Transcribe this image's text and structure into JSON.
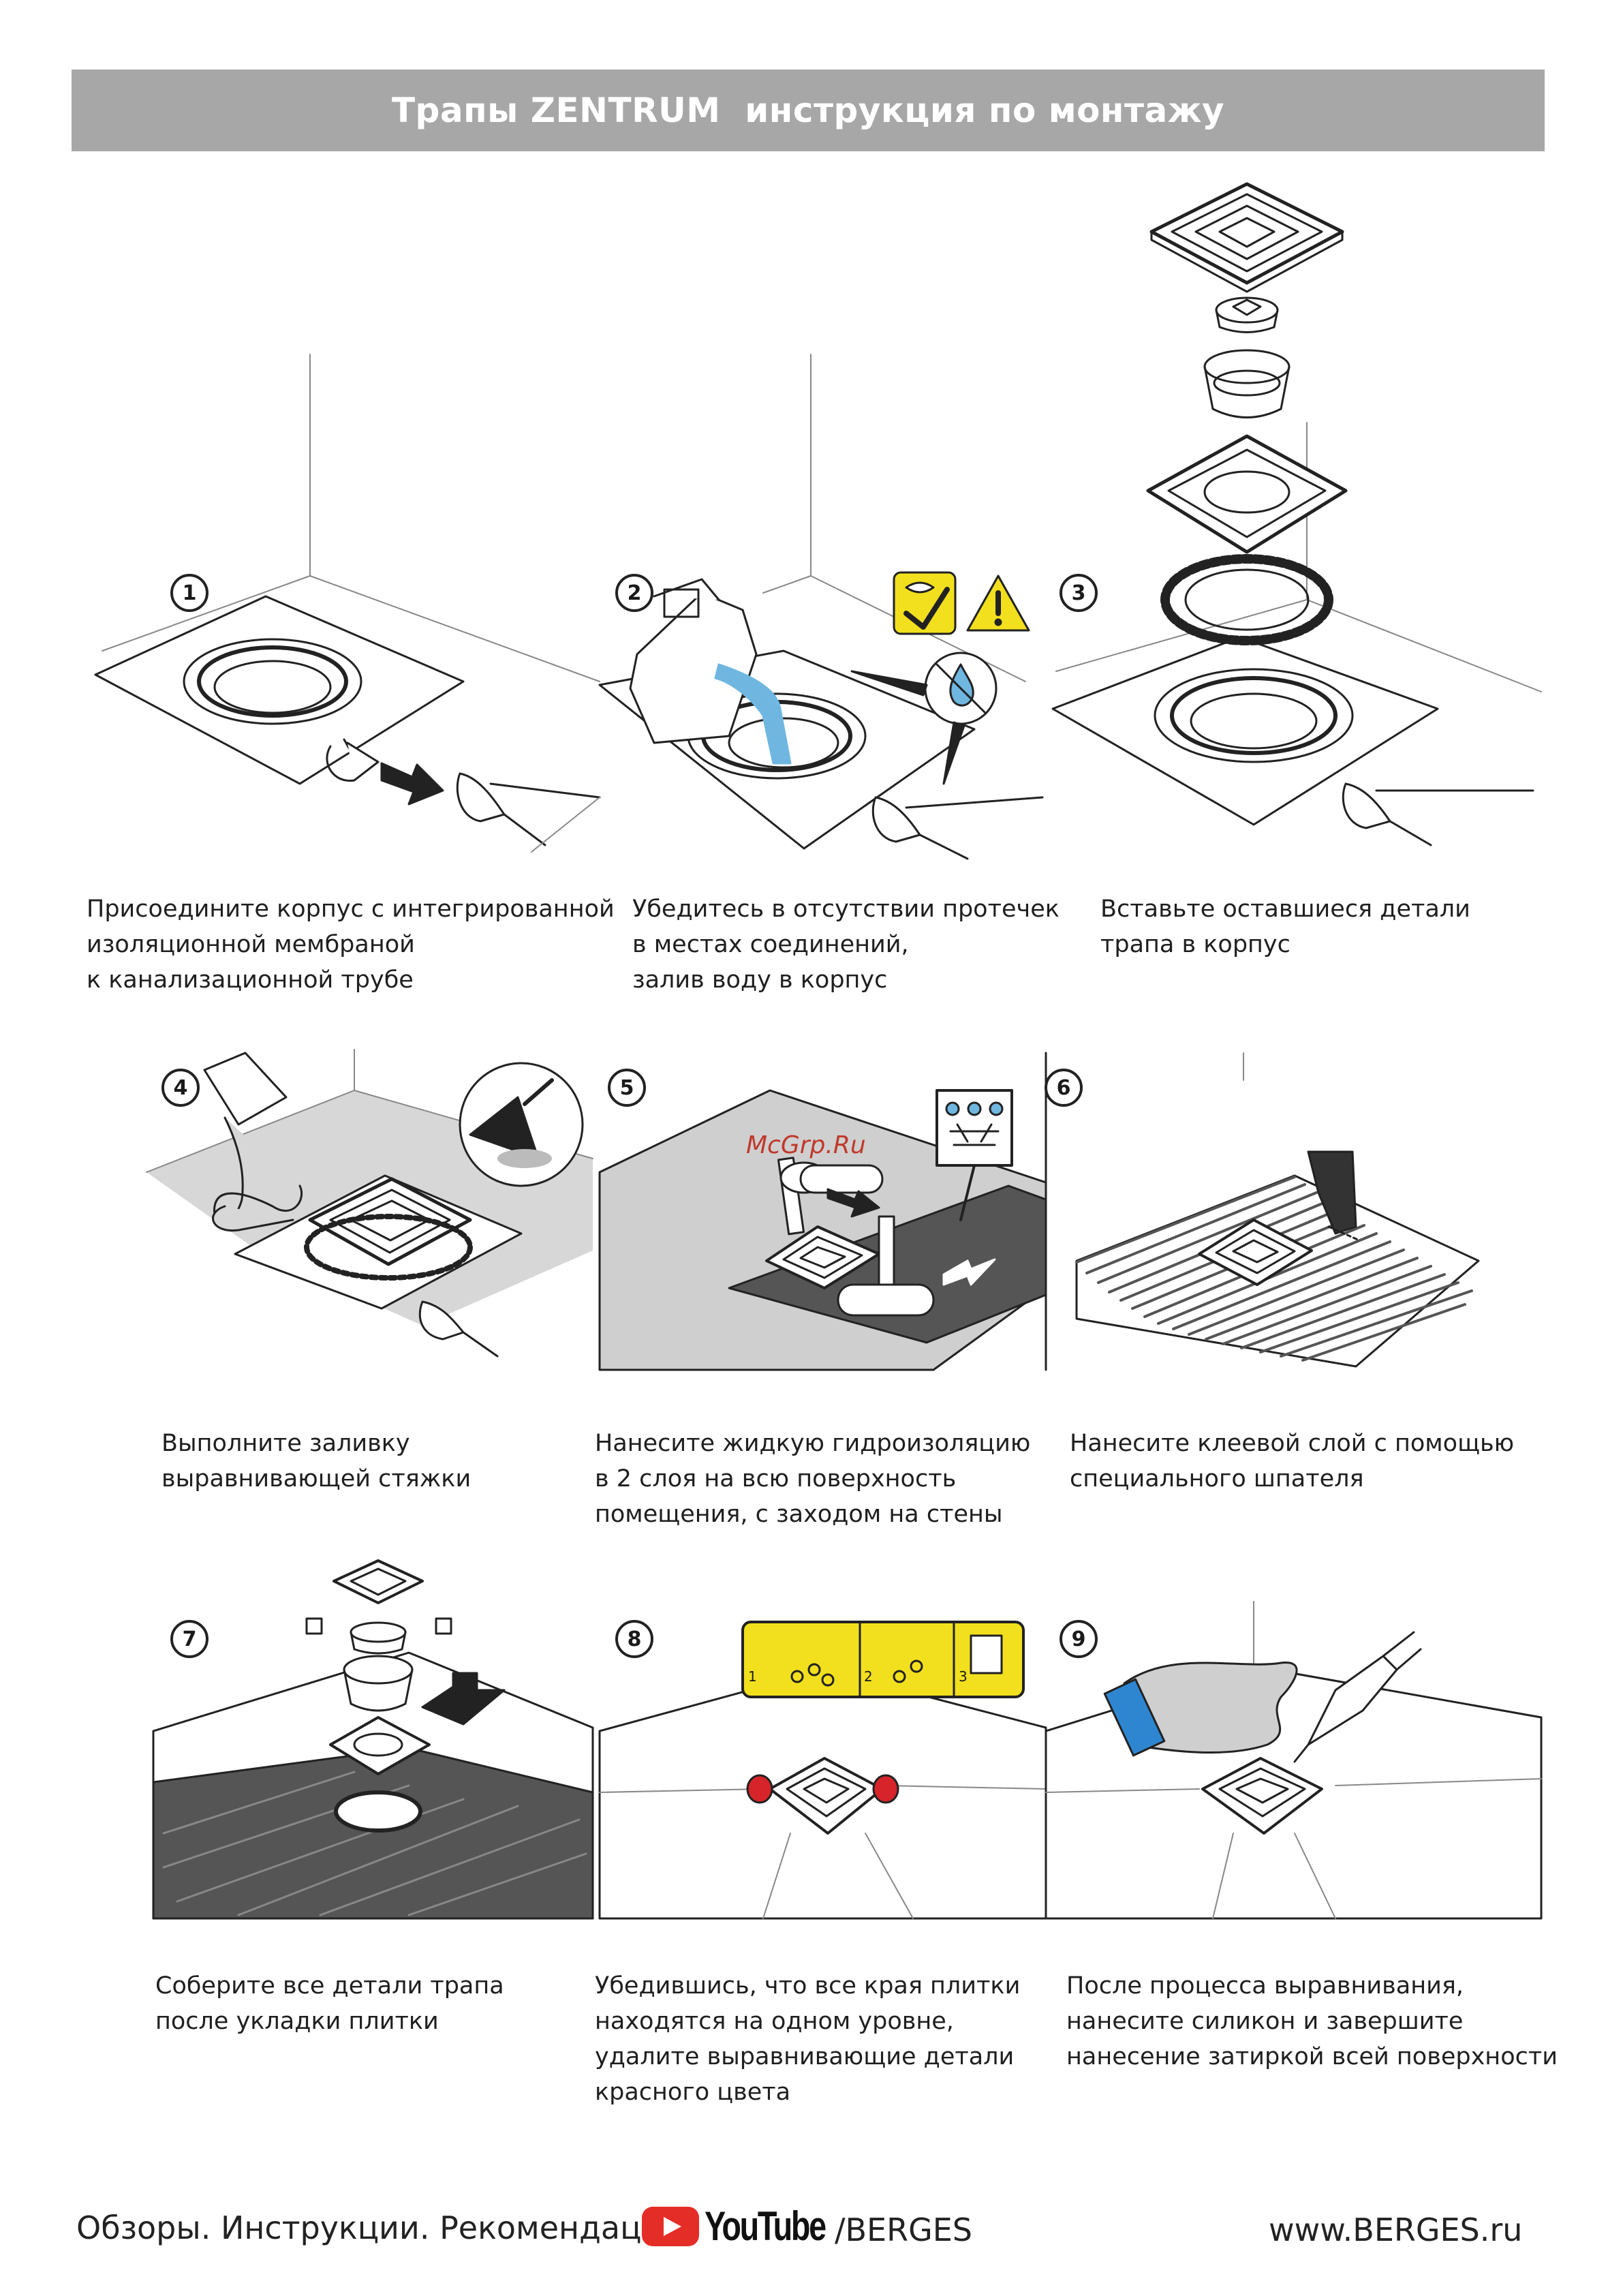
{
  "header": {
    "title": "Трапы ZENTRUM  инструкция по монтажу"
  },
  "steps": [
    {
      "num": "1",
      "lines": [
        "Присоедините корпус с интегрированной",
        "изоляционной мембраной",
        "к канализационной трубе"
      ]
    },
    {
      "num": "2",
      "lines": [
        "Убедитесь в отсутствии протечек",
        "в местах соединений,",
        "залив воду в корпус"
      ]
    },
    {
      "num": "3",
      "lines": [
        "Вставьте оставшиеся детали",
        "трапа в корпус"
      ]
    },
    {
      "num": "4",
      "lines": [
        "Выполните заливку",
        "выравнивающей стяжки"
      ]
    },
    {
      "num": "5",
      "lines": [
        "Нанесите жидкую гидроизоляцию",
        "в 2 слоя на всю поверхность",
        "помещения, с заходом на стены"
      ]
    },
    {
      "num": "6",
      "lines": [
        "Нанесите клеевой слой с помощью",
        "специального шпателя"
      ]
    },
    {
      "num": "7",
      "lines": [
        "Соберите все детали трапа",
        "после укладки плитки"
      ]
    },
    {
      "num": "8",
      "lines": [
        "Убедившись, что все края плитки",
        "находятся на одном уровне,",
        "удалите выравнивающие детали",
        "красного цвета"
      ]
    },
    {
      "num": "9",
      "lines": [
        "После процесса выравнивания,",
        "нанесите силикон и завершите",
        "нанесение затиркой всей поверхности"
      ]
    }
  ],
  "step8_icons": [
    "1",
    "2",
    "3"
  ],
  "watermark": "McGrp.Ru",
  "footer": {
    "tagline": "Обзоры. Инструкции. Рекомендации",
    "youtube_word": "YouTube",
    "channel": "/BERGES",
    "site": "www.BERGES.ru"
  },
  "colors": {
    "header_bg": "#a7a7a7",
    "water": "#6fb7e0",
    "warning_yellow": "#f2e01e",
    "level_red": "#d6242a",
    "trowel_blue": "#2e86d1",
    "youtube_red": "#e52d27"
  }
}
